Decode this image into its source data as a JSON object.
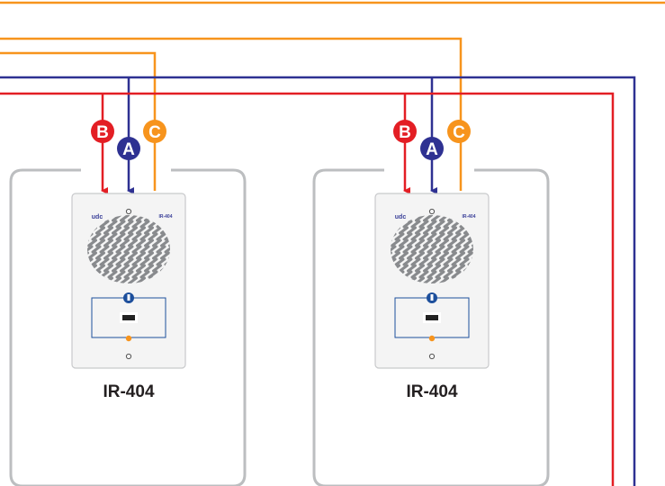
{
  "wires": [
    {
      "letter": "A",
      "color": "#2e3192"
    },
    {
      "letter": "B",
      "color": "#e31e24"
    },
    {
      "letter": "C",
      "color": "#f7941d"
    }
  ],
  "units": [
    {
      "model_label": "IR-404",
      "brand": "udc",
      "panel_model": "IR-404"
    },
    {
      "model_label": "IR-404",
      "brand": "udc",
      "panel_model": "IR-404"
    }
  ],
  "colors": {
    "box_border": "#bcbec0",
    "panel_fill": "#f4f4f4",
    "grille": "#888a8d",
    "button_blue": "#1d4f9c",
    "led_orange": "#f7941d"
  }
}
